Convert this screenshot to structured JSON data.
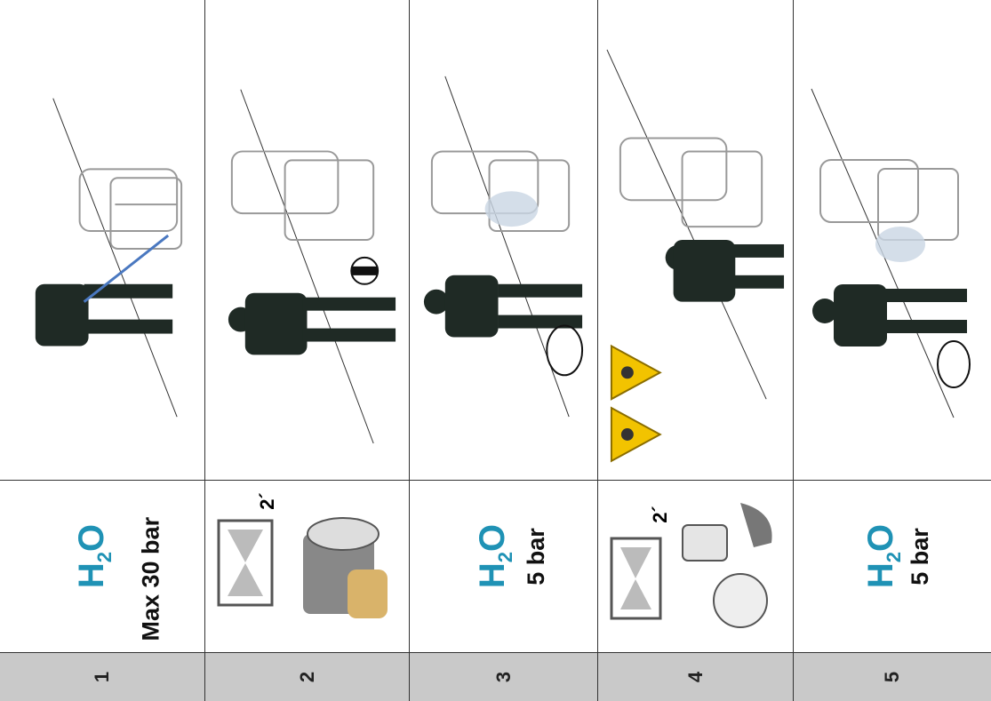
{
  "steps": [
    {
      "number": "1",
      "chemical": "H",
      "subscript": "2",
      "chemical_tail": "O",
      "pressure": "Max 30 bar"
    },
    {
      "number": "2",
      "wait_time": "2´"
    },
    {
      "number": "3",
      "chemical": "H",
      "subscript": "2",
      "chemical_tail": "O",
      "pressure": "5 bar"
    },
    {
      "number": "4",
      "wait_time": "2´"
    },
    {
      "number": "5",
      "chemical": "H",
      "subscript": "2",
      "chemical_tail": "O",
      "pressure": "5 bar"
    }
  ],
  "colors": {
    "h2o": "#1f92b5",
    "silhouette": "#1f2a25",
    "header_gray": "#c9c9c9",
    "hazard": "#f2c300"
  }
}
